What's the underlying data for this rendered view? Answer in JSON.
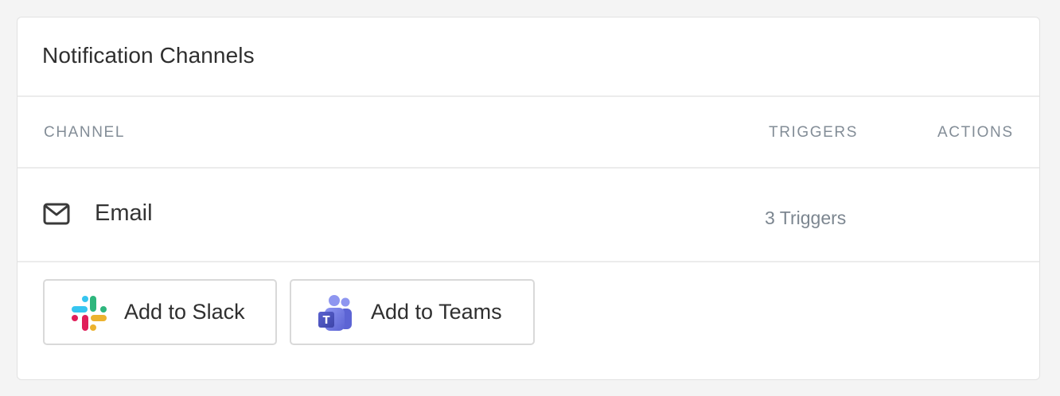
{
  "card": {
    "title": "Notification Channels"
  },
  "table": {
    "columns": [
      "CHANNEL",
      "TRIGGERS",
      "ACTIONS"
    ],
    "rows": [
      {
        "icon": "mail-icon",
        "channel": "Email",
        "triggers": "3 Triggers",
        "actions": ""
      }
    ]
  },
  "integrations": {
    "slack": {
      "icon": "slack-icon",
      "label": "Add to Slack",
      "colors": [
        "#36c5f0",
        "#2eb67d",
        "#e01e5a",
        "#ecb22e"
      ]
    },
    "teams": {
      "icon": "teams-icon",
      "label": "Add to Teams",
      "colors": [
        "#7b83eb",
        "#5059c9",
        "#4b53bc"
      ]
    }
  }
}
